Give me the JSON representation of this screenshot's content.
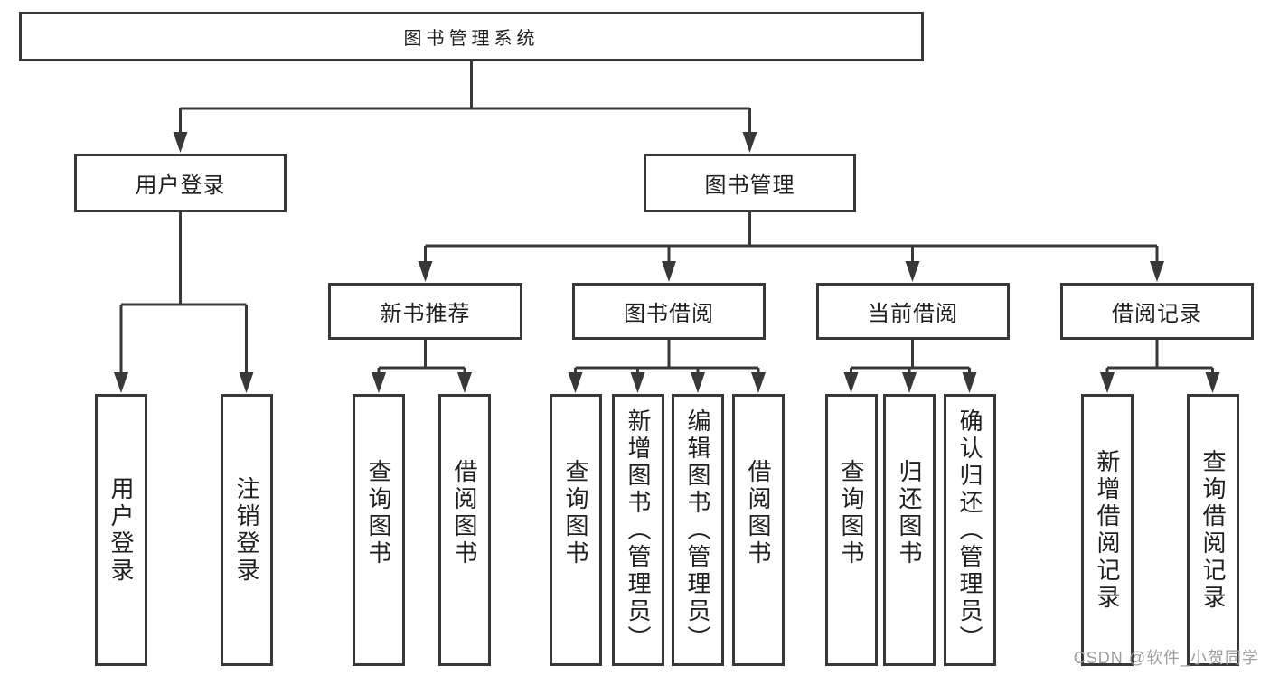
{
  "nodes": {
    "root": "图书管理系统",
    "level1": {
      "user_login": "用户登录",
      "book_mgmt": "图书管理"
    },
    "level2": {
      "new_books": "新书推荐",
      "book_borrow": "图书借阅",
      "current_borrow": "当前借阅",
      "borrow_records": "借阅记录"
    },
    "leaves": {
      "user_login": "用户登录",
      "logout": "注销登录",
      "nb_query": "查询图书",
      "nb_borrow": "借阅图书",
      "bb_query": "查询图书",
      "bb_add": "新增图书（管理员）",
      "bb_edit": "编辑图书（管理员）",
      "bb_borrow": "借阅图书",
      "cb_query": "查询图书",
      "cb_return": "归还图书",
      "cb_confirm": "确认归还（管理员）",
      "br_add": "新增借阅记录",
      "br_query": "查询借阅记录"
    }
  },
  "watermark": "CSDN @软件_小贺同学",
  "colors": {
    "line": "#383838",
    "text": "#1f1f1f",
    "background": "#ffffff",
    "watermark": "#9e9e9e"
  }
}
